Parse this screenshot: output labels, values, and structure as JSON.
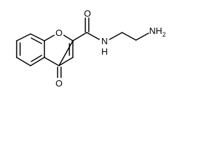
{
  "molecule": {
    "atoms": {
      "ring_oxygen": "O",
      "carbonyl_oxygen_ketone": "O",
      "carbonyl_oxygen_amide": "O",
      "amide_nitrogen": "N",
      "amide_hydrogen": "H",
      "amine_group": "NH",
      "amine_subscript": "2"
    }
  }
}
